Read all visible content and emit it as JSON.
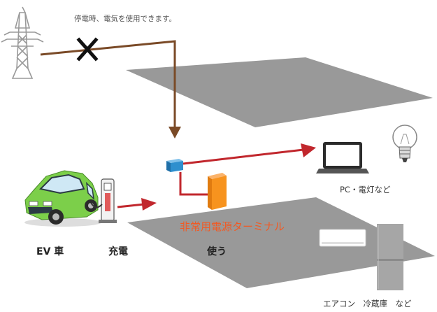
{
  "caption_top": "停電時、電気を使用できます。",
  "terminal_label": "非常用電源ターミナル",
  "ev_label": "EV 車",
  "charge_label": "充電",
  "use_label": "使う",
  "pc_label": "PC・電灯など",
  "appliances_label": "エアコン　冷蔵庫　など",
  "colors": {
    "wire": "#7a4a27",
    "arrow_red": "#c1272d",
    "terminal_orange": "#f7931e",
    "terminal_text": "#f15a24",
    "box_blue": "#2e8fce",
    "floor_gray": "#999999",
    "car_green": "#7ccf4a"
  },
  "icons": [
    "power-tower-icon",
    "cross-icon",
    "laptop-icon",
    "light-bulb-icon",
    "air-conditioner-icon",
    "refrigerator-icon",
    "ev-car-icon",
    "charger-icon"
  ]
}
